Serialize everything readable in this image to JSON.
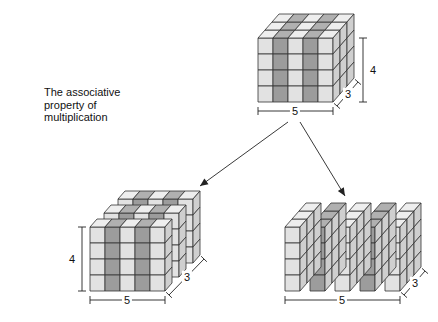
{
  "diagram": {
    "labels": [
      "4",
      "The associative property of multiplication",
      "5",
      "3",
      "4",
      "3",
      "5",
      "5",
      "3"
    ]
  }
}
